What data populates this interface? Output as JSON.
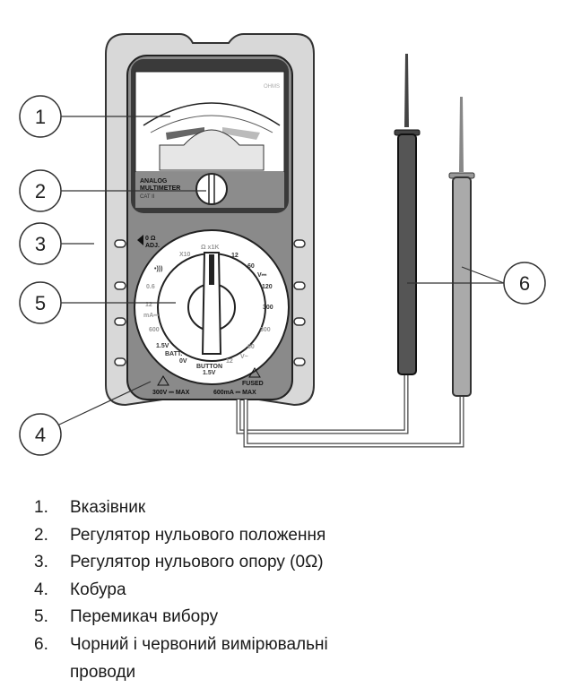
{
  "callouts": [
    "1",
    "2",
    "3",
    "4",
    "5",
    "6"
  ],
  "meter": {
    "face_label": "OHMS",
    "brand": [
      "ANALOG",
      "MULTIMETER"
    ],
    "cat": "CAT II",
    "zero_adj": [
      "0 Ω",
      "ADJ."
    ],
    "dial_labels": {
      "x10": "X10",
      "x1k": "Ω x1K",
      "v12": "12",
      "v60": "60",
      "vdc": "V⎓",
      "v120": "120",
      "v300": "300",
      "ac300": "300",
      "ac60": "60",
      "vac": "V~",
      "ac12": "12",
      "button": "BUTTON",
      "button_v": "1.5V",
      "batt": "BATT.",
      "batt0": "0V",
      "batt15": "1.5V",
      "ma600": "600",
      "ma": "mA⎓",
      "ma12": "12",
      "ma06": "0.6",
      "buzzer": "•)))"
    },
    "warn_left": "300V ⎓ MAX",
    "warn_right_1": "FUSED",
    "warn_right_2": "600mA ⎓ MAX"
  },
  "legend": [
    {
      "num": "1.",
      "text": "Вказівник"
    },
    {
      "num": "2.",
      "text": "Регулятор нульового положення"
    },
    {
      "num": "3.",
      "text": "Регулятор нульового опору (0Ω)"
    },
    {
      "num": "4.",
      "text": "Кобура"
    },
    {
      "num": "5.",
      "text": "Перемикач вибору"
    },
    {
      "num": "6.",
      "text": "Чорний і червоний вимірювальні"
    },
    {
      "num": "",
      "text": "проводи"
    }
  ]
}
